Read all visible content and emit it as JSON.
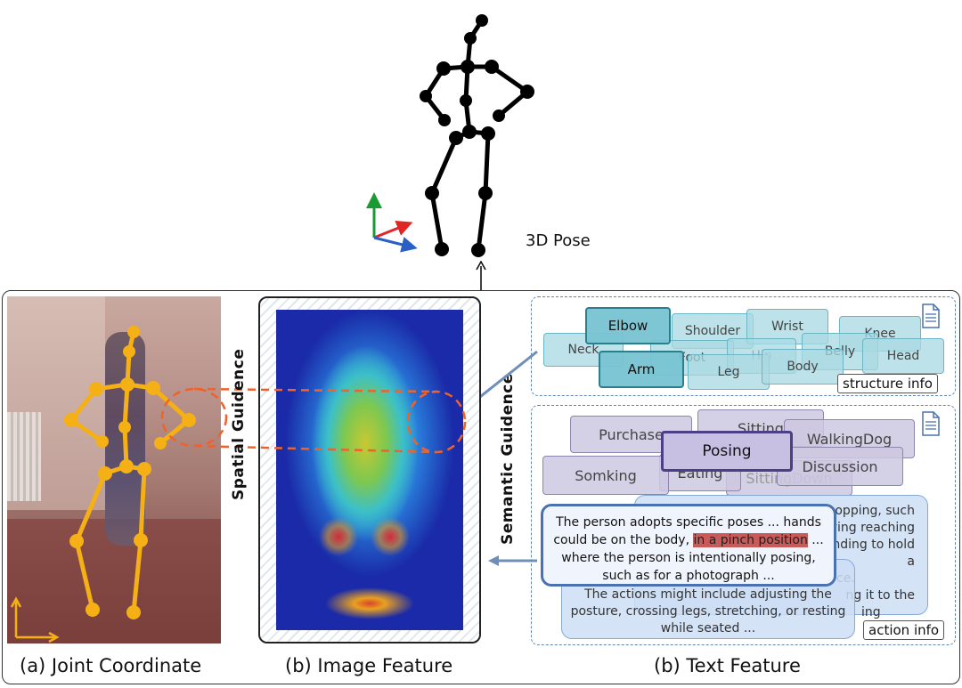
{
  "pose3d": {
    "label": "3D Pose"
  },
  "panels": {
    "joint": {
      "caption": "(a) Joint Coordinate"
    },
    "image": {
      "caption": "(b) Image Feature"
    },
    "text": {
      "caption": "(b) Text Feature"
    }
  },
  "guidance": {
    "spatial": "Spatial Guidence",
    "semantic": "Semantic Guidence"
  },
  "structure": {
    "label": "structure info",
    "tags": [
      "Elbow",
      "Shoulder",
      "Wrist",
      "Knee",
      "Neck",
      "Foot",
      "Hip",
      "Belly",
      "Head",
      "Arm",
      "Leg",
      "Body"
    ]
  },
  "action": {
    "label": "action info",
    "tags": [
      "Purchase",
      "Sitting",
      "WalkingDog",
      "Posing",
      "Somking",
      "Eating",
      "Discussion",
      "SittingDown"
    ],
    "card_main_pre": "The person adopts specific poses ... hands could be on the body, ",
    "card_main_highlight": "in a pinch position",
    "card_main_post": " ... where the person is intentionally posing, such as for a photograph ...",
    "card_back": "The actions might include adjusting the posture, crossing legs, stretching, or resting while seated ...",
    "card_right_lines": [
      "shopping, such",
      "ving reaching",
      "nding to hold",
      "a",
      "ce.",
      "ng it to the",
      "ing"
    ]
  },
  "colors": {
    "skeleton": "#f5b015",
    "dashed_red": "#f0622c",
    "arrow_blue": "#6f8fb8"
  }
}
